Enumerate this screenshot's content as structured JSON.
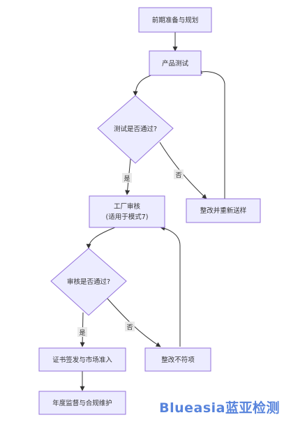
{
  "nodes": {
    "n1": {
      "label": "前期准备与规划"
    },
    "n2": {
      "label": "产品测试"
    },
    "n3": {
      "label": "测试是否通过?"
    },
    "n4": {
      "line1": "工厂审核",
      "line2": "(适用于模式7)"
    },
    "n5": {
      "label": "整改并重新送样"
    },
    "n6": {
      "label": "审核是否通过?"
    },
    "n7": {
      "label": "证书签发与市场准入"
    },
    "n8": {
      "label": "整改不符项"
    },
    "n9": {
      "label": "年度监督与合规维护"
    }
  },
  "edges": {
    "e_yes1": "是",
    "e_no1": "否",
    "e_yes2": "是",
    "e_no2": "否"
  },
  "colors": {
    "node_fill": "#ececff",
    "node_stroke": "#9370db",
    "edge": "#333333",
    "watermark": "#3b6fd6"
  },
  "watermark": {
    "text": "Blueasia蓝亚检测"
  }
}
